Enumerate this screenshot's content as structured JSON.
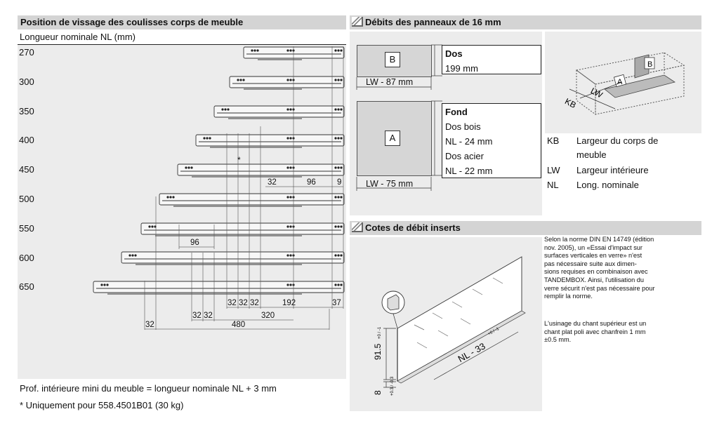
{
  "left": {
    "title": "Position de vissage des coulisses corps de meuble",
    "subtitle": "Longueur nominale NL (mm)",
    "lengths": [
      "270",
      "300",
      "350",
      "400",
      "450",
      "500",
      "550",
      "600",
      "650"
    ],
    "star": "*",
    "dims_row450": [
      "32",
      "96",
      "9"
    ],
    "dim_96_row550": "96",
    "dims_bottom": [
      "32",
      "32",
      "32",
      "192",
      "37"
    ],
    "dims_bottom2": [
      "32",
      "32",
      "320"
    ],
    "dims_bottom3": [
      "32",
      "480"
    ],
    "footer1": "Prof. intérieure mini du meuble = longueur nominale NL + 3 mm",
    "footer2": "* Uniquement pour 558.4501B01 (30 kg)"
  },
  "panels": {
    "title": "Débits des panneaux de 16 mm",
    "b_letter": "B",
    "b_dim": "LW - 87 mm",
    "dos_title": "Dos",
    "dos_value": "199 mm",
    "a_letter": "A",
    "a_dim": "LW - 75 mm",
    "fond_title": "Fond",
    "fond_lines": [
      "Dos bois",
      "NL - 24 mm",
      "Dos acier",
      "NL - 22 mm"
    ],
    "iso_labels": [
      "B",
      "A",
      "LW",
      "KB"
    ],
    "legend": [
      {
        "abbr": "KB",
        "text1": "Largeur du corps de",
        "text2": "meuble"
      },
      {
        "abbr": "LW",
        "text1": "Largeur intérieure",
        "text2": ""
      },
      {
        "abbr": "NL",
        "text1": "Long. nominale",
        "text2": ""
      }
    ]
  },
  "inserts": {
    "title": "Cotes de débit inserts",
    "dim_height": "91.5",
    "dim_height_tol": "+0 / -1",
    "dim_length": "NL - 33",
    "dim_length_tol": "+0 / -1",
    "dim_thick": "8",
    "dim_thick_tol": "+0.3 / -0.3",
    "note1": [
      "Selon la norme DIN EN 14749 (édition",
      "nov. 2005), un «Essai d'impact sur",
      "surfaces verticales en verre» n'est",
      "pas nécessaire suite aux dimen-",
      "sions requises en combinaison avec",
      "TANDEMBOX. Ainsi, l'utilisation du",
      "verre sécurit n'est pas nécessaire pour",
      "remplir la norme."
    ],
    "note2": [
      "L'usinage du chant supérieur est un",
      "chant plat poli avec chanfrein 1 mm",
      "±0.5 mm."
    ]
  }
}
